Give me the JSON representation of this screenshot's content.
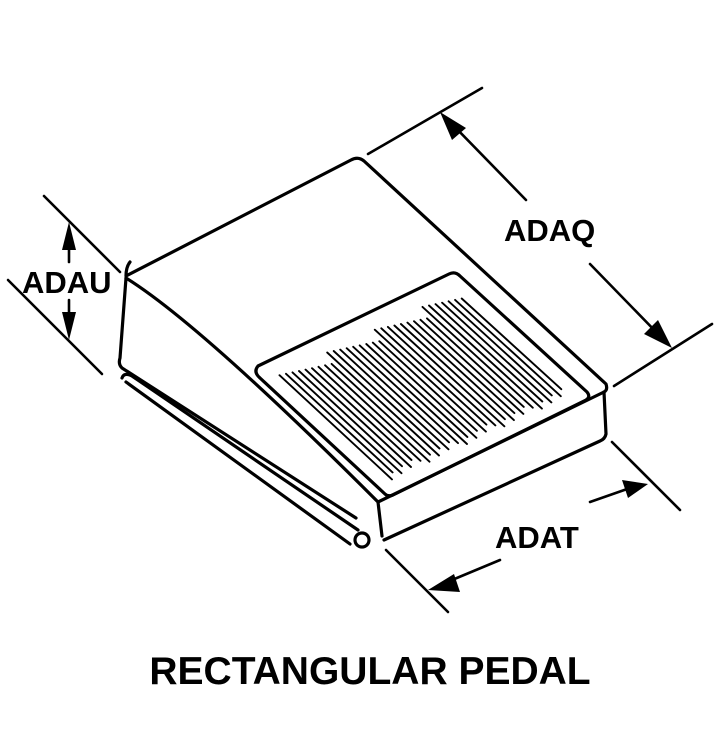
{
  "title": "RECTANGULAR PEDAL",
  "dimensions": {
    "length": "ADAQ",
    "height": "ADAU",
    "width": "ADAT"
  },
  "colors": {
    "ink": "#000000",
    "background": "#ffffff"
  }
}
